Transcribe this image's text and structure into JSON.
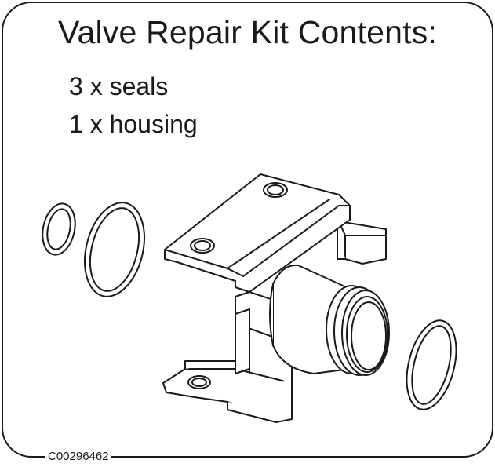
{
  "heading": "Valve Repair Kit Contents:",
  "contents": [
    {
      "label": "3 x seals"
    },
    {
      "label": "1 x housing"
    }
  ],
  "part_code": "C00296462",
  "colors": {
    "line": "#1a1a1a",
    "background": "#ffffff"
  },
  "illustration": {
    "seals": [
      "small-seal",
      "large-seal",
      "right-seal"
    ],
    "housing": "valve-housing"
  }
}
